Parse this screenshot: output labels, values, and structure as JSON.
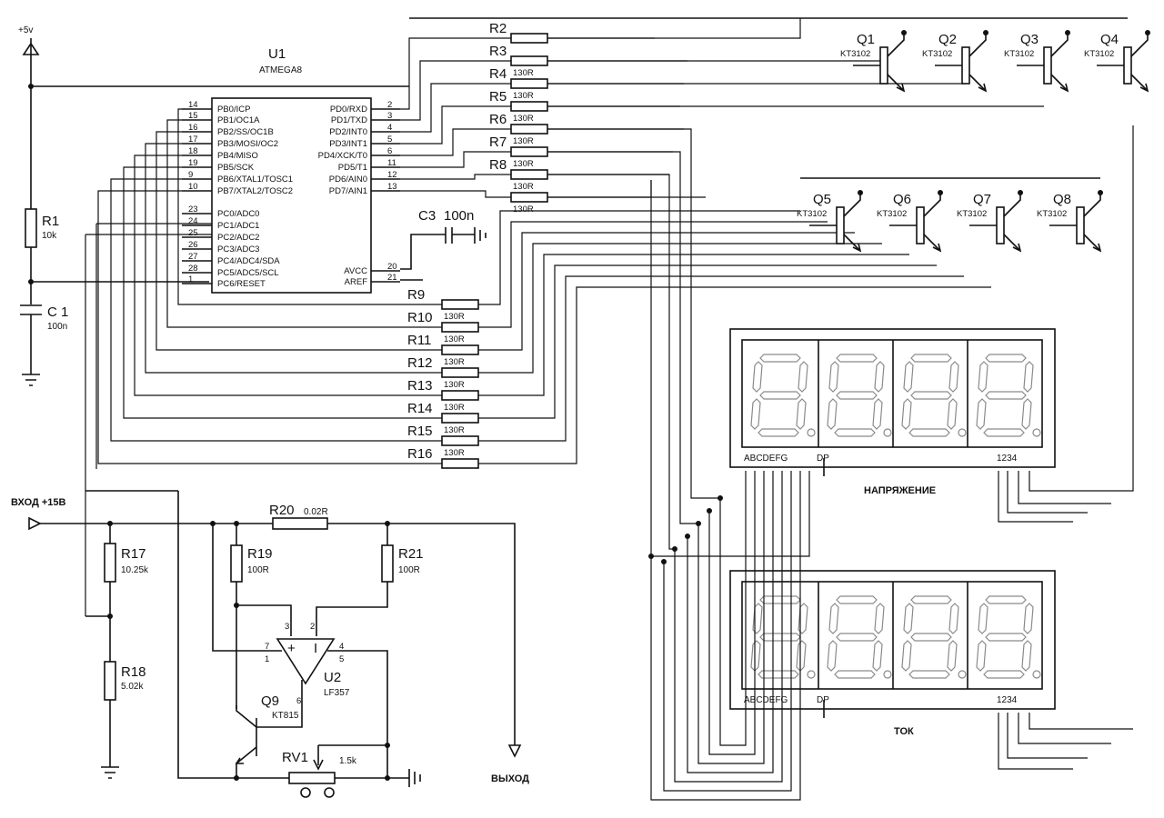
{
  "supply": {
    "label": "+5v"
  },
  "mcu": {
    "ref": "U1",
    "part": "ATMEGA8",
    "left_pins": [
      {
        "num": "14",
        "name": "PB0/ICP"
      },
      {
        "num": "15",
        "name": "PB1/OC1A"
      },
      {
        "num": "16",
        "name": "PB2/SS/OC1B"
      },
      {
        "num": "17",
        "name": "PB3/MOSI/OC2"
      },
      {
        "num": "18",
        "name": "PB4/MISO"
      },
      {
        "num": "19",
        "name": "PB5/SCK"
      },
      {
        "num": "9",
        "name": "PB6/XTAL1/TOSC1"
      },
      {
        "num": "10",
        "name": "PB7/XTAL2/TOSC2"
      },
      {
        "num": "23",
        "name": "PC0/ADC0"
      },
      {
        "num": "24",
        "name": "PC1/ADC1"
      },
      {
        "num": "25",
        "name": "PC2/ADC2"
      },
      {
        "num": "26",
        "name": "PC3/ADC3"
      },
      {
        "num": "27",
        "name": "PC4/ADC4/SDA"
      },
      {
        "num": "28",
        "name": "PC5/ADC5/SCL"
      },
      {
        "num": "1",
        "name": "PC6/RESET"
      }
    ],
    "right_pins": [
      {
        "num": "2",
        "name": "PD0/RXD"
      },
      {
        "num": "3",
        "name": "PD1/TXD"
      },
      {
        "num": "4",
        "name": "PD2/INT0"
      },
      {
        "num": "5",
        "name": "PD3/INT1"
      },
      {
        "num": "6",
        "name": "PD4/XCK/T0"
      },
      {
        "num": "11",
        "name": "PD5/T1"
      },
      {
        "num": "12",
        "name": "PD6/AIN0"
      },
      {
        "num": "13",
        "name": "PD7/AIN1"
      },
      {
        "num": "20",
        "name": "AVCC"
      },
      {
        "num": "21",
        "name": "AREF"
      }
    ]
  },
  "r1": {
    "ref": "R1",
    "value": "10k"
  },
  "c1": {
    "ref": "C 1",
    "value": "100n"
  },
  "c3": {
    "ref": "C3",
    "value": "100n"
  },
  "digit_resistors": [
    {
      "ref": "R2",
      "value": ""
    },
    {
      "ref": "R3",
      "value": "130R"
    },
    {
      "ref": "R4",
      "value": "130R"
    },
    {
      "ref": "R5",
      "value": "130R"
    },
    {
      "ref": "R6",
      "value": "130R"
    },
    {
      "ref": "R7",
      "value": "130R"
    },
    {
      "ref": "R8",
      "value": "130R"
    },
    {
      "ref": "",
      "value": "130R"
    }
  ],
  "segment_resistors": [
    {
      "ref": "R9",
      "value": "130R"
    },
    {
      "ref": "R10",
      "value": "130R"
    },
    {
      "ref": "R11",
      "value": "130R"
    },
    {
      "ref": "R12",
      "value": "130R"
    },
    {
      "ref": "R13",
      "value": "130R"
    },
    {
      "ref": "R14",
      "value": "130R"
    },
    {
      "ref": "R15",
      "value": "130R"
    },
    {
      "ref": "R16",
      "value": ""
    }
  ],
  "transistors_top": [
    {
      "ref": "Q1",
      "part": "KT3102"
    },
    {
      "ref": "Q2",
      "part": "KT3102"
    },
    {
      "ref": "Q3",
      "part": "KT3102"
    },
    {
      "ref": "Q4",
      "part": "KT3102"
    }
  ],
  "transistors_mid": [
    {
      "ref": "Q5",
      "part": "KT3102"
    },
    {
      "ref": "Q6",
      "part": "KT3102"
    },
    {
      "ref": "Q7",
      "part": "KT3102"
    },
    {
      "ref": "Q8",
      "part": "KT3102"
    }
  ],
  "display_voltage": {
    "segments_label": "ABCDEFG",
    "dp_label": "DP",
    "digits_label": "1234",
    "caption": "НАПРЯЖЕНИЕ"
  },
  "display_current": {
    "segments_label": "ABCDEFG",
    "dp_label": "DP",
    "digits_label": "1234",
    "caption": "ТОК"
  },
  "input": {
    "label": "ВХОД +15В"
  },
  "output": {
    "label": "ВЫХОД"
  },
  "r17": {
    "ref": "R17",
    "value": "10.25k"
  },
  "r18": {
    "ref": "R18",
    "value": "5.02k"
  },
  "r19": {
    "ref": "R19",
    "value": "100R"
  },
  "r20": {
    "ref": "R20",
    "value": "0.02R"
  },
  "r21": {
    "ref": "R21",
    "value": "100R"
  },
  "opamp": {
    "ref": "U2",
    "part": "LF357",
    "pins": {
      "p7": "7",
      "p1": "1",
      "p3": "3",
      "p2": "2",
      "p4": "4",
      "p5": "5",
      "p6": "6"
    },
    "plus": "+",
    "minus": "I"
  },
  "q9": {
    "ref": "Q9",
    "part": "KT815"
  },
  "rv1": {
    "ref": "RV1",
    "value": "1.5k"
  }
}
